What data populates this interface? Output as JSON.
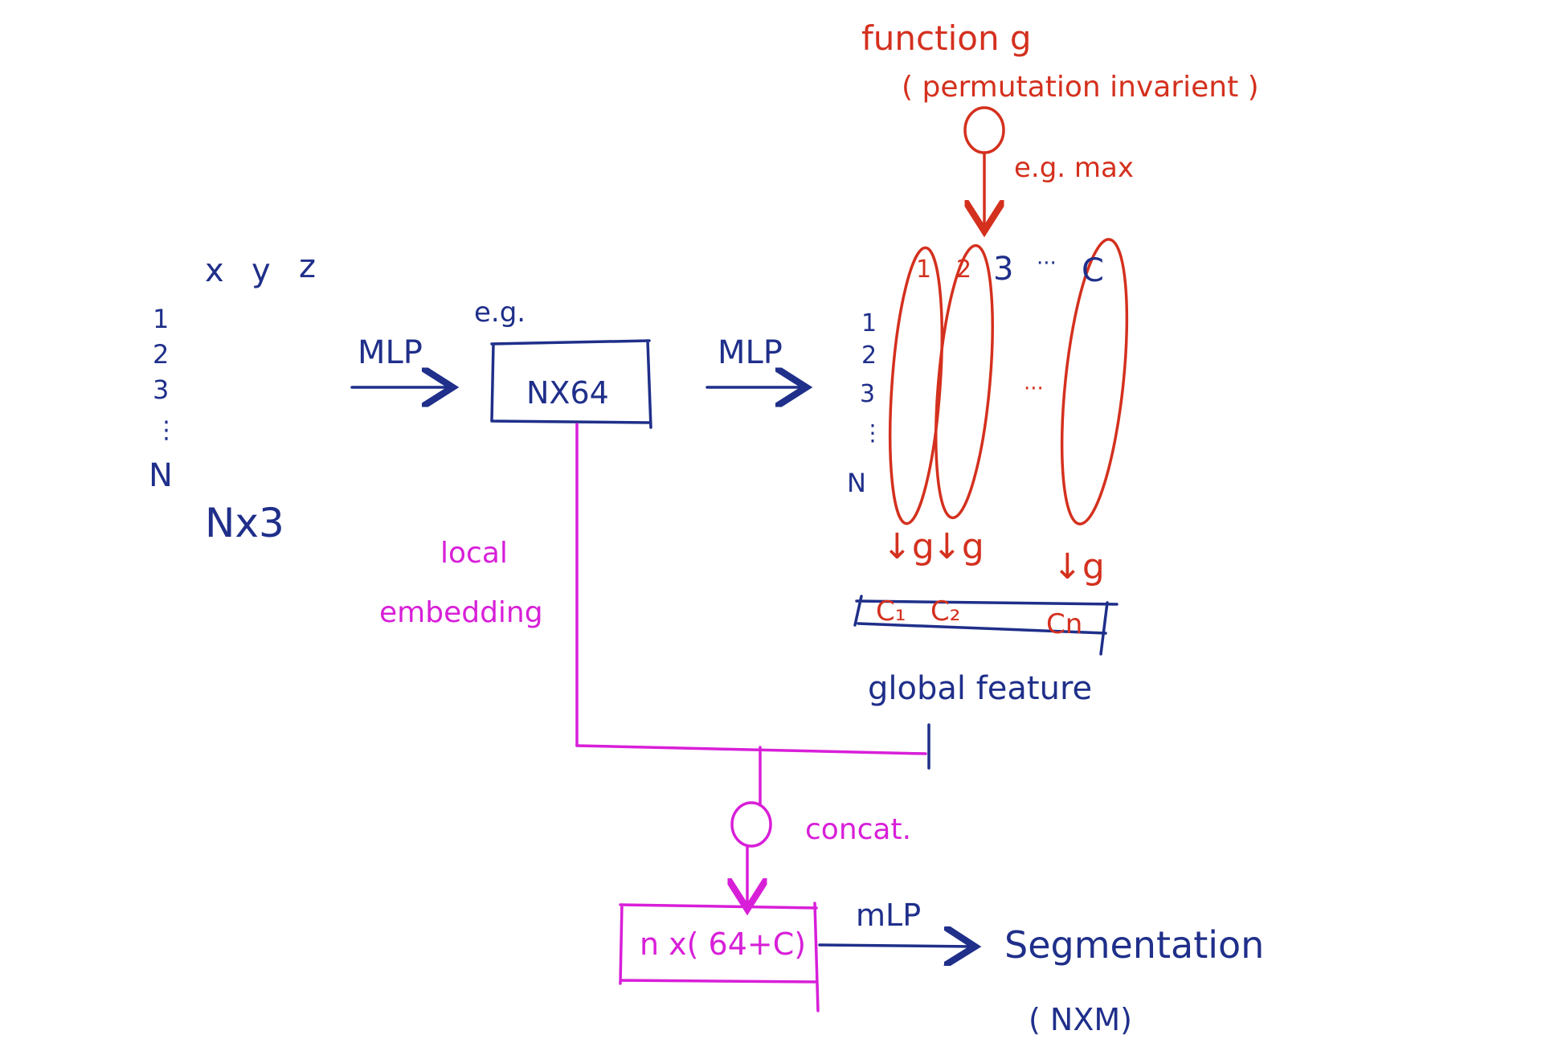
{
  "input": {
    "axes": [
      "x",
      "y",
      "z"
    ],
    "rows": [
      "1",
      "2",
      "3",
      "⋮",
      "N"
    ],
    "shape": "Nx3"
  },
  "mlp1": {
    "label": "MLP"
  },
  "local": {
    "eg": "e.g.",
    "box": "NX64"
  },
  "mlp2": {
    "label": "MLP"
  },
  "features": {
    "rows": [
      "1",
      "2",
      "3",
      "⋮",
      "N"
    ],
    "cols": [
      "1",
      "2",
      "3",
      "···",
      "C"
    ],
    "dots": "···"
  },
  "function": {
    "title": "function g",
    "subtitle": "( permutation invarient )",
    "example": "e.g. max"
  },
  "pool": {
    "g_labels": [
      "↓g",
      "↓g",
      "↓g"
    ],
    "cells": [
      "C₁",
      "C₂",
      "Cn"
    ],
    "global_label": "global feature"
  },
  "local_embedding": {
    "line1": "local",
    "line2": "embedding"
  },
  "concat": {
    "label": "concat."
  },
  "seg_box": {
    "label": "n x( 64+C)"
  },
  "mlp3": {
    "label": "mLP"
  },
  "output": {
    "label": "Segmentation",
    "shape": "( NXM)"
  }
}
